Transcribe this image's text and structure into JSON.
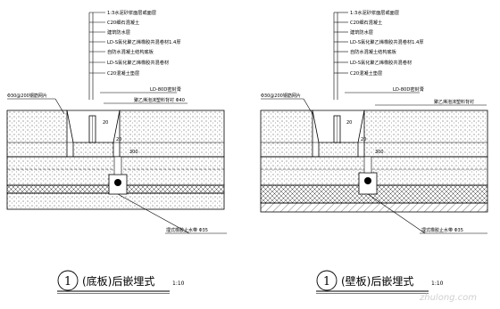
{
  "left": {
    "layer_labels": [
      "1:3水泥砂浆面层或面层",
      "C20细石混凝土",
      "建筑防水层",
      "LD-S氯化聚乙烯橡胶共混卷材1.4厚",
      "自防水混凝土结构底板",
      "LD-S氯化聚乙烯橡胶共混卷材",
      "C20混凝土垫层"
    ],
    "sealant": "LD-80D密封膏",
    "foam": "聚乙烯泡沫塑料背衬 Φ40",
    "steel": "Φ30@200钢筋网片",
    "dim_a": "20",
    "dim_b": "20",
    "dim_c": "300",
    "waterstop": "埋式橡胶止水带 Φ35",
    "caption_no": "1",
    "caption": "(底板)后嵌埋式",
    "scale": "1:10"
  },
  "right": {
    "layer_labels": [
      "1:3水泥砂浆面层或面层",
      "C20细石混凝土",
      "建筑防水层",
      "LD-S氯化聚乙烯橡胶共混卷材1.4厚",
      "自防水混凝土结构底板",
      "LD-S氯化聚乙烯橡胶共混卷材",
      "C20混凝土垫层"
    ],
    "sealant": "LD-80D密封膏",
    "foam": "聚乙烯泡沫塑料背衬",
    "steel": "Φ30@200钢筋网片",
    "dim_a": "20",
    "dim_b": "20",
    "dim_c": "300",
    "waterstop": "埋式橡胶止水带 Φ35",
    "caption_no": "1",
    "caption": "(壁板)后嵌埋式",
    "scale": "1:10"
  },
  "watermark": "zhulong.com"
}
